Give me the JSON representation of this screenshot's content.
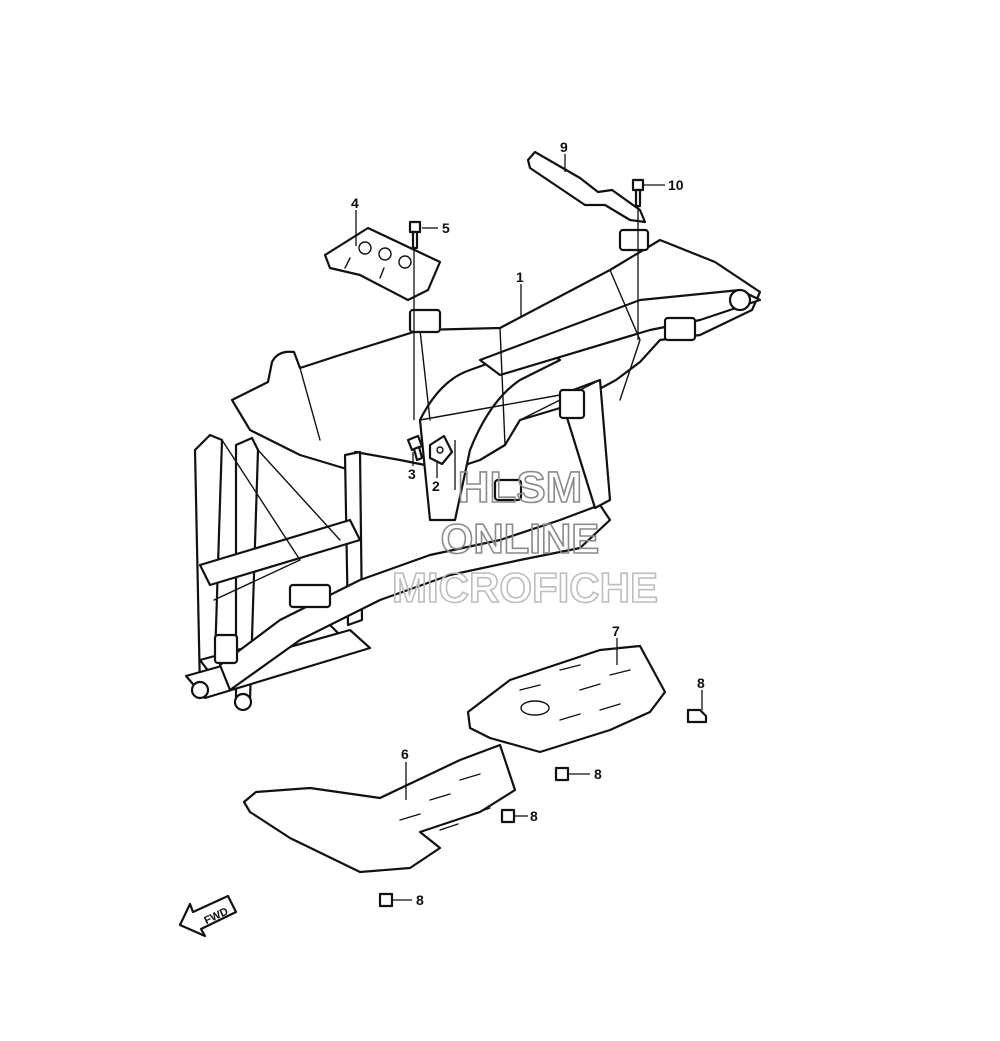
{
  "callouts": [
    {
      "id": "1",
      "label": "1"
    },
    {
      "id": "2",
      "label": "2"
    },
    {
      "id": "3",
      "label": "3"
    },
    {
      "id": "4",
      "label": "4"
    },
    {
      "id": "5",
      "label": "5"
    },
    {
      "id": "6",
      "label": "6"
    },
    {
      "id": "7",
      "label": "7"
    },
    {
      "id": "8a",
      "label": "8"
    },
    {
      "id": "8b",
      "label": "8"
    },
    {
      "id": "8c",
      "label": "8"
    },
    {
      "id": "8d",
      "label": "8"
    },
    {
      "id": "9",
      "label": "9"
    },
    {
      "id": "10",
      "label": "10"
    }
  ],
  "watermark": {
    "line1": "HLSM",
    "line2": "ONLINE",
    "line3": "MICROFICHE"
  },
  "direction_arrow": {
    "label": "FWD",
    "icon": "fwd-arrow-icon"
  },
  "colors": {
    "line": "#111111",
    "watermark": "#8a8a8a"
  }
}
